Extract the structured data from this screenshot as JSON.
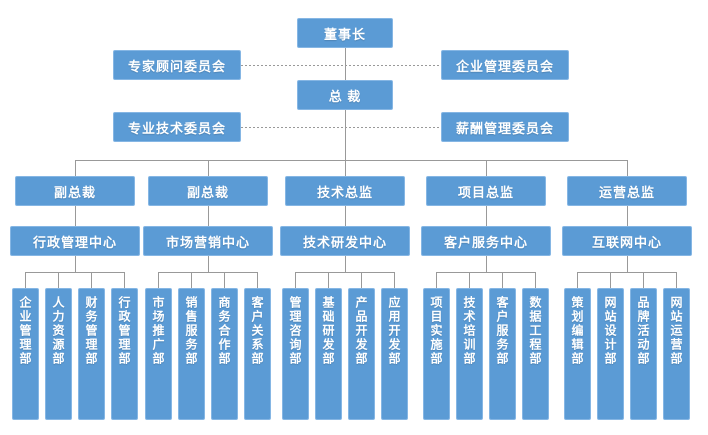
{
  "colors": {
    "box_fill": "#5b9bd5",
    "box_border": "#85b6e4",
    "box_text": "#ffffff",
    "connector_line": "#999999",
    "background": "#ffffff"
  },
  "chart": {
    "type": "org-chart",
    "chairman": "董事长",
    "president": "总  裁",
    "committees": [
      {
        "label": "专家顾问委员会"
      },
      {
        "label": "企业管理委员会"
      },
      {
        "label": "专业技术委员会"
      },
      {
        "label": "薪酬管理委员会"
      }
    ],
    "groups": [
      {
        "head": "副总裁",
        "center": "行政管理中心",
        "departments": [
          "企业管理部",
          "人力资源部",
          "财务管理部",
          "行政管理部"
        ]
      },
      {
        "head": "副总裁",
        "center": "市场营销中心",
        "departments": [
          "市场推广部",
          "销售服务部",
          "商务合作部",
          "客户关系部"
        ]
      },
      {
        "head": "技术总监",
        "center": "技术研发中心",
        "departments": [
          "管理咨询部",
          "基础研发部",
          "产品开发部",
          "应用开发部"
        ]
      },
      {
        "head": "项目总监",
        "center": "客户服务中心",
        "departments": [
          "项目实施部",
          "技术培训部",
          "客户服务部",
          "数据工程部"
        ]
      },
      {
        "head": "运营总监",
        "center": "互联网中心",
        "departments": [
          "策划编辑部",
          "网站设计部",
          "品牌活动部",
          "网站运营部"
        ]
      }
    ]
  }
}
